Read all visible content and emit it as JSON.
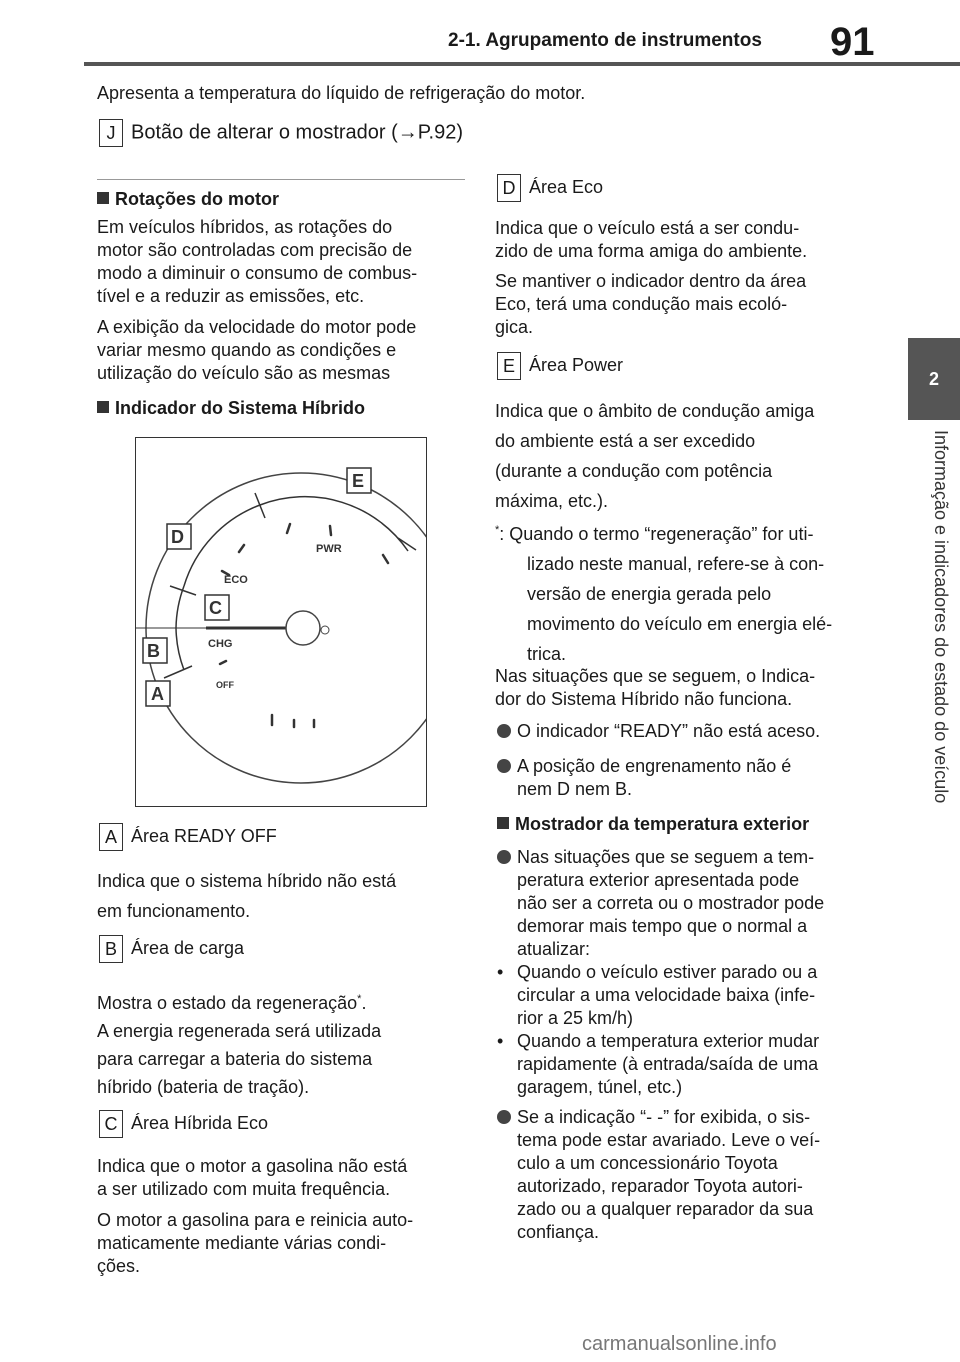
{
  "header": {
    "section_title": "2-1. Agrupamento de instrumentos",
    "page_number": "91"
  },
  "side_tab": {
    "chapter_number": "2",
    "chapter_title": "Informação e indicadores do estado do veículo"
  },
  "intro_text": "Apresenta a temperatura do líquido de refrigeração do motor.",
  "item_j": {
    "letter": "J",
    "text": "Botão de alterar o mostrador (→P.92)"
  },
  "left_column": {
    "rpm_heading": "Rotações do motor",
    "rpm_p1_lines": [
      "Em veículos híbridos, as rotações do",
      "motor são controladas com precisão de",
      "modo a diminuir o consumo de combus-",
      "tível e a reduzir as emissões, etc."
    ],
    "rpm_p2_lines": [
      "A exibição da velocidade do motor pode",
      "variar mesmo quando as condições e",
      "utilização do veículo são as mesmas"
    ],
    "hybrid_heading": "Indicador do Sistema Híbrido",
    "figure": {
      "labels": {
        "a": "A",
        "b": "B",
        "c": "C",
        "d": "D",
        "e": "E"
      },
      "gauge_text": {
        "pwr": "PWR",
        "eco": "ECO",
        "chg": "CHG",
        "off": "OFF"
      }
    },
    "item_a": {
      "letter": "A",
      "title": "Área READY OFF",
      "desc_lines": [
        "Indica que o sistema híbrido não está",
        "em funcionamento."
      ]
    },
    "item_b": {
      "letter": "B",
      "title": "Área de carga",
      "desc1": "Mostra o estado da regeneração",
      "footnote_mark": "*",
      "desc1_end": ".",
      "desc2_lines": [
        "A energia regenerada será utilizada",
        "para carregar a bateria do sistema",
        "híbrido (bateria de tração)."
      ]
    },
    "item_c": {
      "letter": "C",
      "title": "Área Híbrida Eco",
      "desc1_lines": [
        "Indica que o motor a gasolina não está",
        "a ser utilizado com muita frequência."
      ],
      "desc2_lines": [
        "O motor a gasolina para e reinicia auto-",
        "maticamente mediante várias condi-",
        "ções."
      ]
    }
  },
  "right_column": {
    "item_d": {
      "letter": "D",
      "title": "Área Eco",
      "desc1_lines": [
        "Indica que o veículo está a ser condu-",
        "zido de uma forma amiga do ambiente."
      ],
      "desc2_lines": [
        "Se mantiver o indicador dentro da área",
        "Eco, terá uma condução mais ecoló-",
        "gica."
      ]
    },
    "item_e": {
      "letter": "E",
      "title": "Área Power",
      "desc_lines": [
        "Indica que o âmbito de condução amiga",
        "do ambiente está a ser excedido",
        "(durante a condução com potência",
        "máxima, etc.)."
      ]
    },
    "footnote": {
      "mark": "*",
      "lines": [
        ":  Quando o termo “regeneração” for uti-",
        "lizado neste manual, refere-se à con-",
        "versão de energia gerada pelo",
        "movimento do veículo em energia elé-",
        "trica."
      ]
    },
    "not_working_lines": [
      "Nas situações que se seguem, o Indica-",
      "dor do Sistema Híbrido não funciona."
    ],
    "bullet1": "O indicador “READY” não está aceso.",
    "bullet2_lines": [
      "A posição de engrenamento não é",
      "nem D nem B."
    ],
    "ext_temp_heading": "Mostrador da temperatura exterior",
    "bullet3_lines": [
      "Nas situações que se seguem a tem-",
      "peratura exterior apresentada pode",
      "não ser a correta ou o mostrador pode",
      "demorar mais tempo que o normal a",
      "atualizar:"
    ],
    "sub1_lines": [
      "Quando o veículo estiver parado ou a",
      "circular a uma velocidade baixa (infe-",
      "rior a 25 km/h)"
    ],
    "sub2_lines": [
      "Quando a temperatura exterior mudar",
      "rapidamente (à entrada/saída de uma",
      "garagem, túnel, etc.)"
    ],
    "bullet4_lines": [
      "Se a indicação “- -” for exibida, o sis-",
      "tema pode estar avariado. Leve o veí-",
      "culo a um concessionário Toyota",
      "autorizado, reparador Toyota autori-",
      "zado ou a qualquer reparador da sua",
      "confiança."
    ]
  },
  "watermark": "carmanualsonline.info"
}
